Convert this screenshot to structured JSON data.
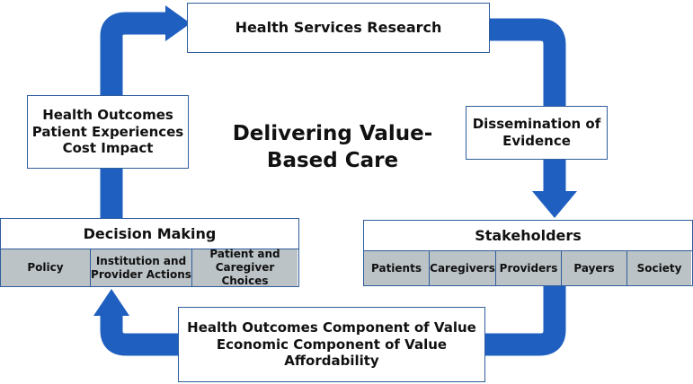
{
  "title": {
    "line1": "Delivering Value-",
    "line2": "Based Care"
  },
  "top_box": {
    "label": "Health Services Research"
  },
  "dissemination": {
    "line1": "Dissemination of",
    "line2": "Evidence"
  },
  "outcomes_box": {
    "line1": "Health Outcomes",
    "line2": "Patient Experiences",
    "line3": "Cost Impact"
  },
  "decision_making": {
    "heading": "Decision Making",
    "cells": [
      {
        "line1": "Policy",
        "line2": ""
      },
      {
        "line1": "Institution and",
        "line2": "Provider Actions"
      },
      {
        "line1": "Patient and",
        "line2": "Caregiver Choices"
      }
    ]
  },
  "stakeholders": {
    "heading": "Stakeholders",
    "cells": [
      "Patients",
      "Caregivers",
      "Providers",
      "Payers",
      "Society"
    ]
  },
  "value_box": {
    "line1": "Health Outcomes Component of Value",
    "line2": "Economic Component of Value",
    "line3": "Affordability"
  },
  "colors": {
    "arrow": "#1f5fbf",
    "border": "#2f5d9c",
    "cell_fill": "#bcc3c6"
  }
}
